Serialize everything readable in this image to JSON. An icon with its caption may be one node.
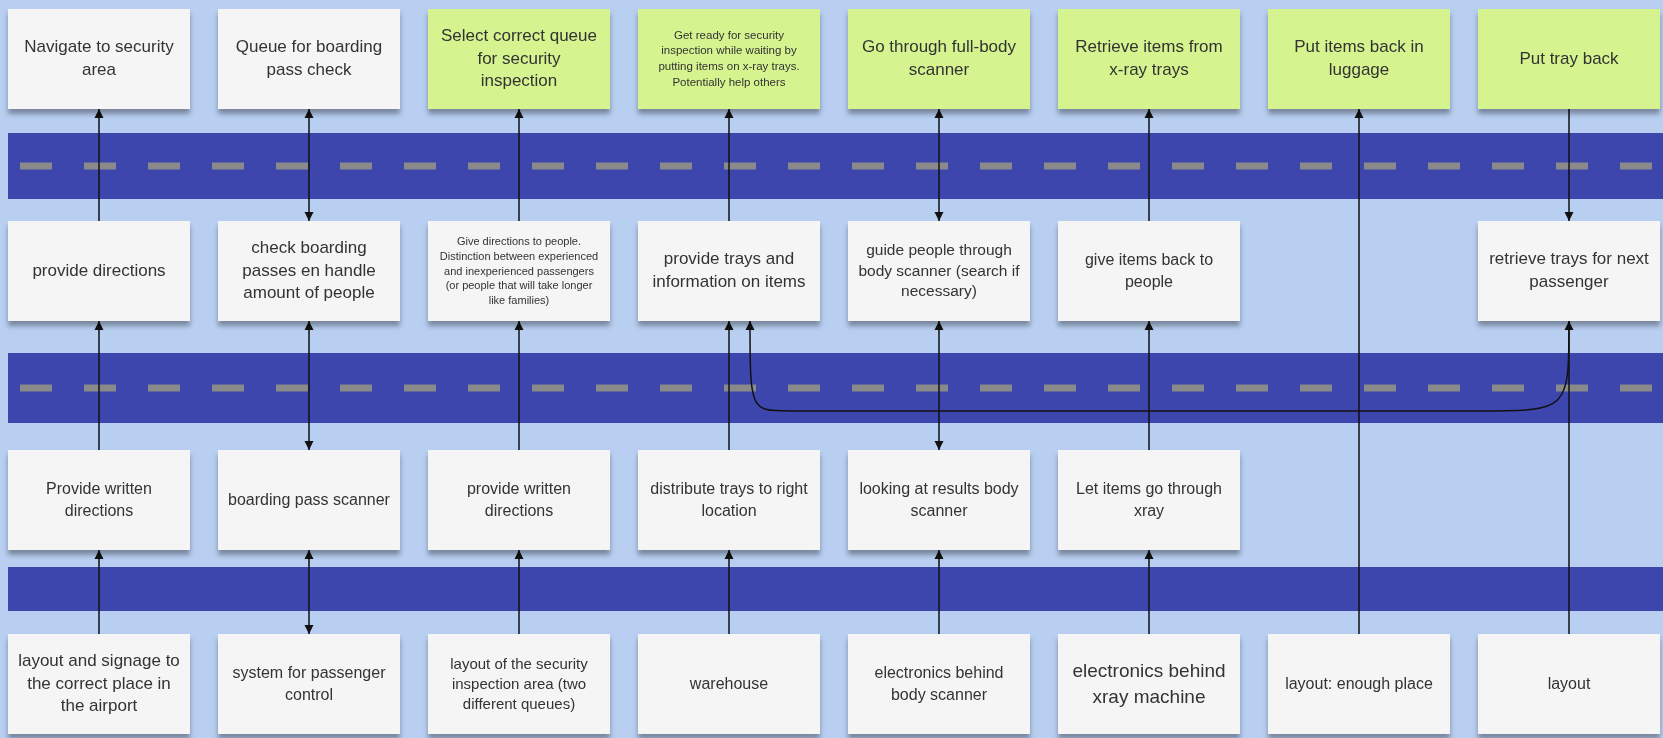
{
  "diagram": {
    "nodes": [
      {
        "text": [
          "Navigate to security area"
        ]
      },
      {
        "text": [
          "Queue for boarding pass check"
        ]
      },
      {
        "text": [
          "Select correct queue for security inspection"
        ]
      },
      {
        "text": [
          "Get ready for  security inspection while waiting by putting items on x-ray trays. Potentially help others"
        ]
      },
      {
        "text": [
          "Go through full-body scanner"
        ]
      },
      {
        "text": [
          "Retrieve items from x-ray trays"
        ]
      },
      {
        "text": [
          "Put items back in luggage"
        ]
      },
      {
        "text": [
          "Put tray back"
        ]
      },
      {
        "text": [
          "provide directions"
        ]
      },
      {
        "text": [
          "check boarding passes en handle amount of people"
        ]
      },
      {
        "text": [
          "Give directions to people. Distinction between experienced and inexperienced passengers (or people that will take longer like  families)"
        ]
      },
      {
        "text": [
          "provide trays and information on items"
        ]
      },
      {
        "text": [
          "guide people through body scanner (search if necessary)"
        ]
      },
      {
        "text": [
          "give items back to people"
        ]
      },
      {
        "text": [
          "retrieve trays for next passenger"
        ]
      },
      {
        "text": [
          "Provide written directions"
        ]
      },
      {
        "text": [
          "boarding pass scanner"
        ]
      },
      {
        "text": [
          "provide written directions"
        ]
      },
      {
        "text": [
          "distribute trays to right location"
        ]
      },
      {
        "text": [
          "looking at results body scanner"
        ]
      },
      {
        "text": [
          "Let items go through xray"
        ]
      },
      {
        "text": [
          "layout and signage to the correct place in the airport"
        ]
      },
      {
        "text": [
          "system for passenger control"
        ]
      },
      {
        "text": [
          "layout of the security inspection area (two different queues)"
        ]
      },
      {
        "text": [
          "warehouse"
        ]
      },
      {
        "text": [
          "electronics behind body scanner"
        ]
      },
      {
        "text": [
          "electronics behind xray machine"
        ]
      },
      {
        "text": [
          "layout: enough place"
        ]
      },
      {
        "text": [
          "layout"
        ]
      }
    ],
    "edges": [
      {
        "from": 8,
        "to": 0,
        "arrow": "to"
      },
      {
        "from": 1,
        "to": 9,
        "arrow": "both"
      },
      {
        "from": 10,
        "to": 2,
        "arrow": "to"
      },
      {
        "from": 11,
        "to": 3,
        "arrow": "to"
      },
      {
        "from": 4,
        "to": 12,
        "arrow": "both"
      },
      {
        "from": 13,
        "to": 5,
        "arrow": "to"
      },
      {
        "from": 7,
        "to": 14,
        "arrow": "to"
      },
      {
        "from": 15,
        "to": 8,
        "arrow": "to"
      },
      {
        "from": 9,
        "to": 16,
        "arrow": "both"
      },
      {
        "from": 17,
        "to": 10,
        "arrow": "to"
      },
      {
        "from": 18,
        "to": 11,
        "arrow": "to"
      },
      {
        "from": 12,
        "to": 19,
        "arrow": "both"
      },
      {
        "from": 20,
        "to": 13,
        "arrow": "to"
      },
      {
        "from": 14,
        "to": 11,
        "arrow": "to"
      },
      {
        "from": 21,
        "to": 15,
        "arrow": "to"
      },
      {
        "from": 16,
        "to": 22,
        "arrow": "both"
      },
      {
        "from": 23,
        "to": 17,
        "arrow": "to"
      },
      {
        "from": 24,
        "to": 18,
        "arrow": "to"
      },
      {
        "from": 25,
        "to": 19,
        "arrow": "to"
      },
      {
        "from": 26,
        "to": 20,
        "arrow": "to"
      },
      {
        "from": 27,
        "to": 6,
        "arrow": "to"
      },
      {
        "from": 28,
        "to": 14,
        "arrow": "to"
      }
    ]
  }
}
